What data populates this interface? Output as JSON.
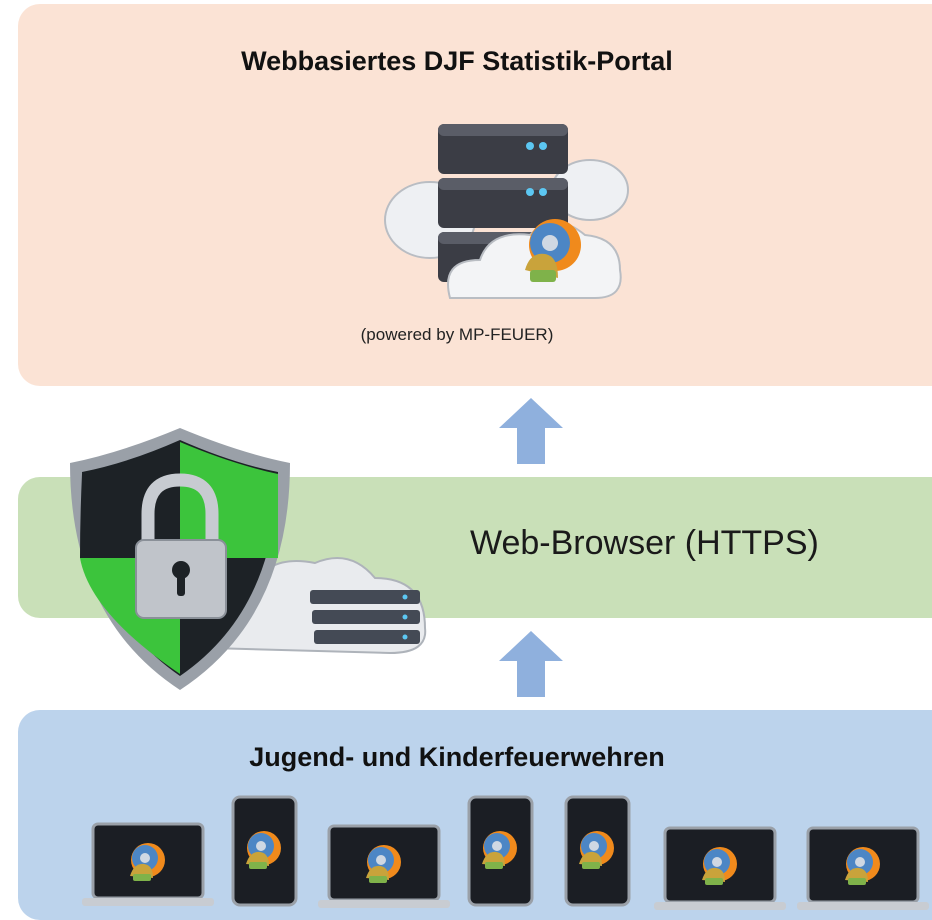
{
  "portal": {
    "title": "Webbasiertes DJF Statistik-Portal",
    "powered_by": "(powered by MP-FEUER)"
  },
  "browser": {
    "label": "Web-Browser (HTTPS)"
  },
  "clients": {
    "title": "Jugend- und Kinderfeuerwehren",
    "devices": [
      "laptop",
      "tablet",
      "laptop",
      "tablet",
      "tablet",
      "laptop",
      "laptop"
    ]
  },
  "colors": {
    "portal_bg": "#fbe3d5",
    "browser_bg": "#c9e0b8",
    "clients_bg": "#bcd3ec",
    "arrow": "#8fb0dd"
  },
  "icons": [
    "server-cloud-icon",
    "shield-lock-icon",
    "up-arrow-icon",
    "laptop-icon",
    "tablet-icon",
    "mp-feuer-logo-icon"
  ]
}
